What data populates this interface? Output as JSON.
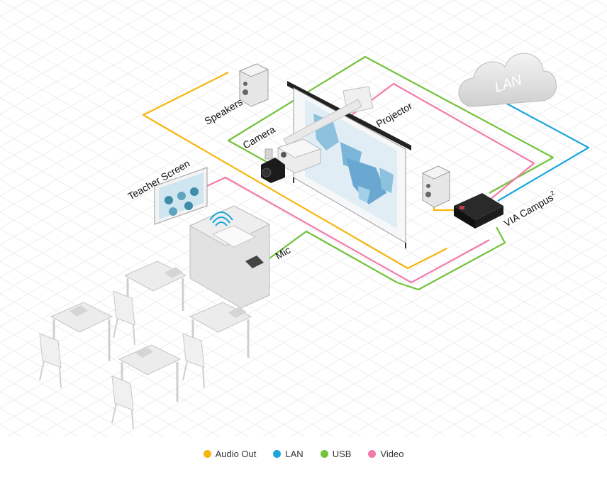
{
  "labels": {
    "speakers": "Speakers",
    "projector": "Projector",
    "camera": "Camera",
    "teacher_screen": "Teacher Screen",
    "mic": "Mic",
    "via_campus": "VIA Campus",
    "via_sup": "2",
    "lan_cloud": "LAN"
  },
  "legend": [
    {
      "label": "Audio Out",
      "color": "#f5b60d"
    },
    {
      "label": "LAN",
      "color": "#1aa6db"
    },
    {
      "label": "USB",
      "color": "#73c23a"
    },
    {
      "label": "Video",
      "color": "#f27bab"
    }
  ],
  "colors": {
    "audio": "#f5b60d",
    "lan": "#1aa6db",
    "usb": "#73c23a",
    "video": "#f27bab",
    "device_dark": "#1b1b1b",
    "furniture": "#e3e3e3",
    "grid": "#ececec"
  }
}
